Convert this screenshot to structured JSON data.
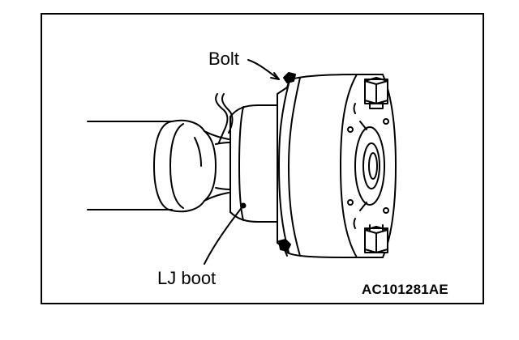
{
  "labels": {
    "bolt": "Bolt",
    "lj_boot": "LJ boot",
    "figure_code": "AC101281AE"
  },
  "colors": {
    "ink": "#000000",
    "paper": "#ffffff"
  }
}
